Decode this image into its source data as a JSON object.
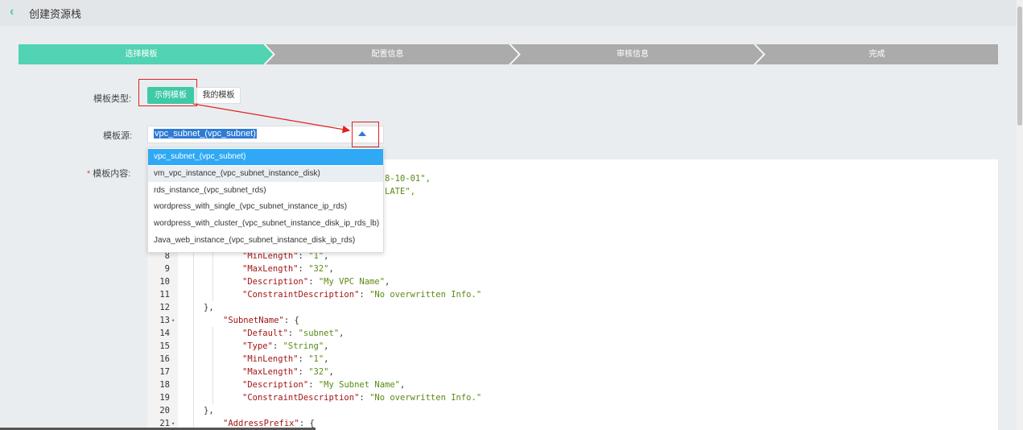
{
  "header": {
    "title": "创建资源栈"
  },
  "steps": [
    "选择模板",
    "配置信息",
    "审核信息",
    "完成"
  ],
  "form": {
    "template_type_label": "模板类型:",
    "sample_button": "示例模板",
    "my_button": "我的模板",
    "source_label": "模板源:",
    "source_value": "vpc_subnet_(vpc_subnet)",
    "content_label": "模板内容:",
    "required_mark": "*"
  },
  "dropdown": {
    "options": [
      "vpc_subnet_(vpc_subnet)",
      "vm_vpc_instance_(vpc_subnet_instance_disk)",
      "rds_instance_(vpc_subnet_rds)",
      "wordpress_with_single_(vpc_subnet_instance_ip_rds)",
      "wordpress_with_cluster_(vpc_subnet_instance_disk_ip_rds_lb)",
      "Java_web_instance_(vpc_subnet_instance_disk_ip_rds)"
    ]
  },
  "editor": {
    "partial_lines": [
      "8-10-01\",",
      "LATE\","
    ],
    "lines": [
      {
        "n": "8",
        "fold": "",
        "pre": "\"MinLength\"",
        "post": ": ",
        "val": "\"1\"",
        "tail": ","
      },
      {
        "n": "9",
        "fold": "",
        "pre": "\"MaxLength\"",
        "post": ": ",
        "val": "\"32\"",
        "tail": ","
      },
      {
        "n": "10",
        "fold": "",
        "pre": "\"Description\"",
        "post": ": ",
        "val": "\"My VPC Name\"",
        "tail": ","
      },
      {
        "n": "11",
        "fold": "",
        "pre": "\"ConstraintDescription\"",
        "post": ": ",
        "val": "\"No overwritten Info.\"",
        "tail": ""
      },
      {
        "n": "12",
        "fold": "",
        "pre": "",
        "post": "},",
        "val": "",
        "tail": ""
      },
      {
        "n": "13",
        "fold": "▾",
        "pre": "\"SubnetName\"",
        "post": ": {",
        "val": "",
        "tail": ""
      },
      {
        "n": "14",
        "fold": "",
        "pre": "\"Default\"",
        "post": ": ",
        "val": "\"subnet\"",
        "tail": ","
      },
      {
        "n": "15",
        "fold": "",
        "pre": "\"Type\"",
        "post": ": ",
        "val": "\"String\"",
        "tail": ","
      },
      {
        "n": "16",
        "fold": "",
        "pre": "\"MinLength\"",
        "post": ": ",
        "val": "\"1\"",
        "tail": ","
      },
      {
        "n": "17",
        "fold": "",
        "pre": "\"MaxLength\"",
        "post": ": ",
        "val": "\"32\"",
        "tail": ","
      },
      {
        "n": "18",
        "fold": "",
        "pre": "\"Description\"",
        "post": ": ",
        "val": "\"My Subnet Name\"",
        "tail": ","
      },
      {
        "n": "19",
        "fold": "",
        "pre": "\"ConstraintDescription\"",
        "post": ": ",
        "val": "\"No overwritten Info.\"",
        "tail": ""
      },
      {
        "n": "20",
        "fold": "",
        "pre": "",
        "post": "},",
        "val": "",
        "tail": ""
      },
      {
        "n": "21",
        "fold": "▾",
        "pre": "\"AddressPrefix\"",
        "post": ": {",
        "val": "",
        "tail": ""
      }
    ]
  },
  "colors": {
    "accent": "#3ec9a7",
    "step_inactive": "#a9a9a9",
    "annotation": "#e02020",
    "selected_option": "#2fa8f5"
  }
}
